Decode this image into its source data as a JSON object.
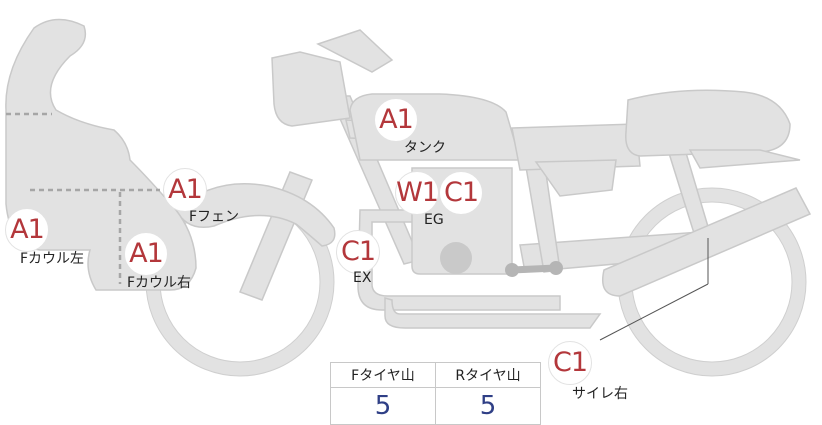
{
  "parts": [
    {
      "id": "fcowl-left",
      "code": "A1",
      "label": "Fカウル左"
    },
    {
      "id": "fcowl-right",
      "code": "A1",
      "label": "Fカウル右"
    },
    {
      "id": "ffender",
      "code": "A1",
      "label": "Fフェン"
    },
    {
      "id": "tank",
      "code": "A1",
      "label": "タンク"
    },
    {
      "id": "engine",
      "codes": [
        "W1",
        "C1"
      ],
      "label": "EG"
    },
    {
      "id": "exhaust",
      "code": "C1",
      "label": "EX"
    },
    {
      "id": "silencer-right",
      "code": "C1",
      "label": "サイレ右"
    }
  ],
  "colors": {
    "part_fill": "#e2e2e2",
    "part_stroke": "#c9c9c9",
    "code_text": "#b3373b",
    "value_text": "#2f3f86"
  },
  "tire_tread": {
    "headers": [
      "Fタイヤ山",
      "Rタイヤ山"
    ],
    "values": [
      "5",
      "5"
    ]
  }
}
